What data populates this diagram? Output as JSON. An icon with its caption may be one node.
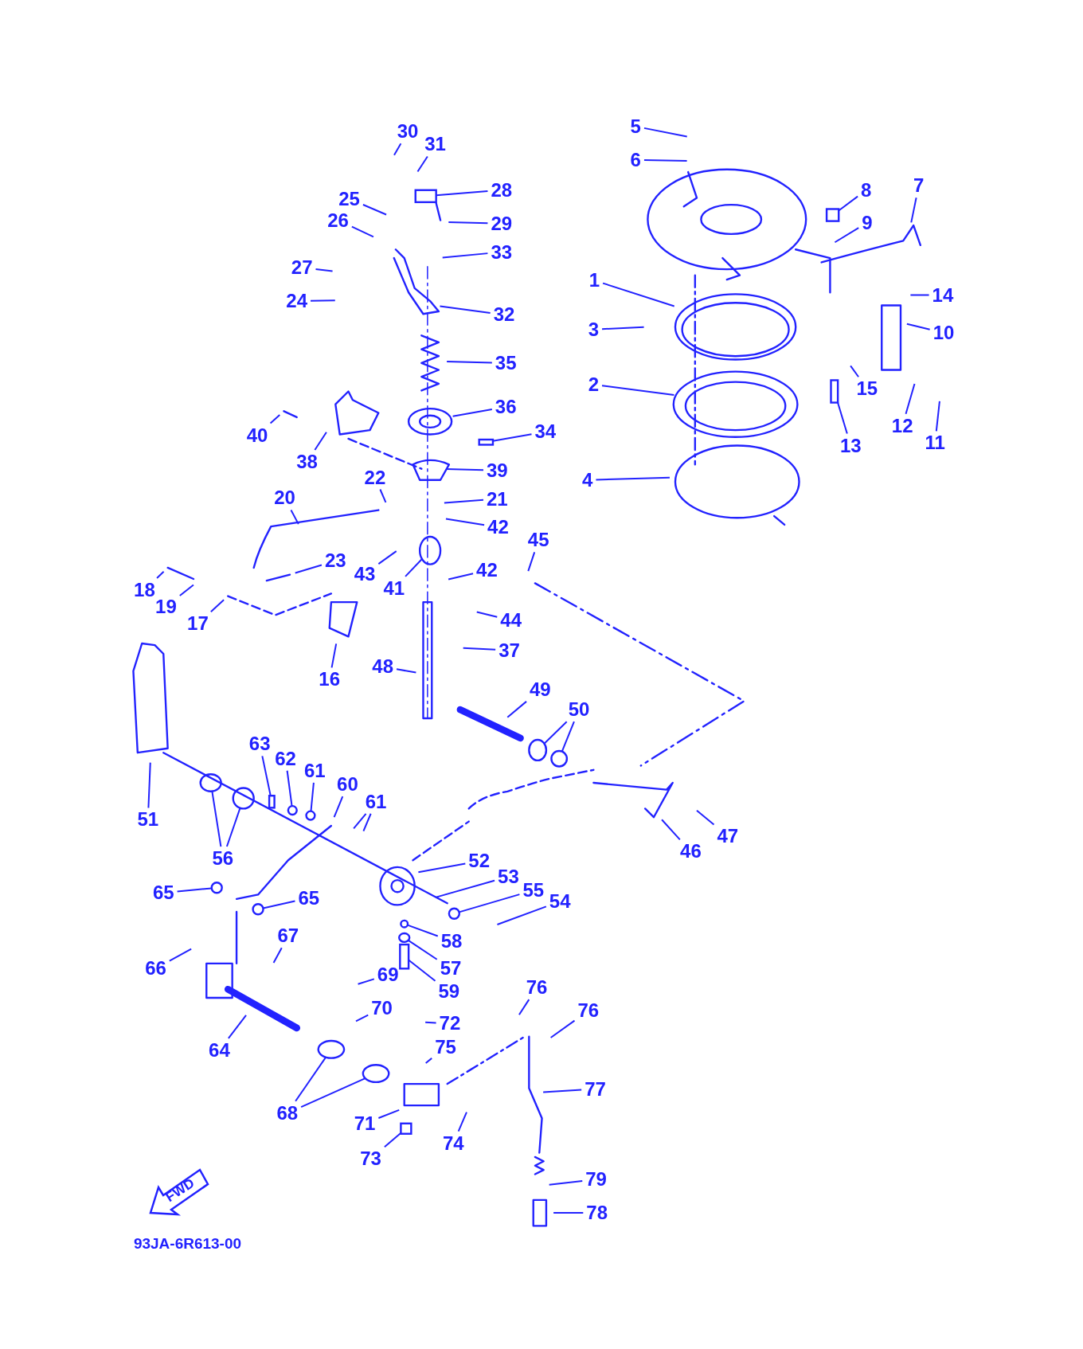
{
  "diagram": {
    "nodes": [
      {
        "text": [
          "30"
        ]
      },
      {
        "text": [
          "31"
        ]
      },
      {
        "text": [
          "28"
        ]
      },
      {
        "text": [
          "25"
        ]
      },
      {
        "text": [
          "26"
        ]
      },
      {
        "text": [
          "29"
        ]
      },
      {
        "text": [
          "33"
        ]
      },
      {
        "text": [
          "27"
        ]
      },
      {
        "text": [
          "24"
        ]
      },
      {
        "text": [
          "32"
        ]
      },
      {
        "text": [
          "35"
        ]
      },
      {
        "text": [
          "36"
        ]
      },
      {
        "text": [
          "34"
        ]
      },
      {
        "text": [
          "40"
        ]
      },
      {
        "text": [
          "38"
        ]
      },
      {
        "text": [
          "39"
        ]
      },
      {
        "text": [
          "22"
        ]
      },
      {
        "text": [
          "20"
        ]
      },
      {
        "text": [
          "21"
        ]
      },
      {
        "text": [
          "42"
        ]
      },
      {
        "text": [
          "45"
        ]
      },
      {
        "text": [
          "23"
        ]
      },
      {
        "text": [
          "43"
        ]
      },
      {
        "text": [
          "42"
        ]
      },
      {
        "text": [
          "41"
        ]
      },
      {
        "text": [
          "18"
        ]
      },
      {
        "text": [
          "19"
        ]
      },
      {
        "text": [
          "17"
        ]
      },
      {
        "text": [
          "44"
        ]
      },
      {
        "text": [
          "37"
        ]
      },
      {
        "text": [
          "48"
        ]
      },
      {
        "text": [
          "16"
        ]
      },
      {
        "text": [
          "49"
        ]
      },
      {
        "text": [
          "50"
        ]
      },
      {
        "text": [
          "63"
        ]
      },
      {
        "text": [
          "62"
        ]
      },
      {
        "text": [
          "61"
        ]
      },
      {
        "text": [
          "60"
        ]
      },
      {
        "text": [
          "61"
        ]
      },
      {
        "text": [
          "51"
        ]
      },
      {
        "text": [
          "56"
        ]
      },
      {
        "text": [
          "47"
        ]
      },
      {
        "text": [
          "46"
        ]
      },
      {
        "text": [
          "52"
        ]
      },
      {
        "text": [
          "53"
        ]
      },
      {
        "text": [
          "65"
        ]
      },
      {
        "text": [
          "65"
        ]
      },
      {
        "text": [
          "55"
        ]
      },
      {
        "text": [
          "54"
        ]
      },
      {
        "text": [
          "58"
        ]
      },
      {
        "text": [
          "67"
        ]
      },
      {
        "text": [
          "57"
        ]
      },
      {
        "text": [
          "66"
        ]
      },
      {
        "text": [
          "69"
        ]
      },
      {
        "text": [
          "76"
        ]
      },
      {
        "text": [
          "59"
        ]
      },
      {
        "text": [
          "70"
        ]
      },
      {
        "text": [
          "76"
        ]
      },
      {
        "text": [
          "72"
        ]
      },
      {
        "text": [
          "75"
        ]
      },
      {
        "text": [
          "64"
        ]
      },
      {
        "text": [
          "77"
        ]
      },
      {
        "text": [
          "68"
        ]
      },
      {
        "text": [
          "71"
        ]
      },
      {
        "text": [
          "74"
        ]
      },
      {
        "text": [
          "73"
        ]
      },
      {
        "text": [
          "79"
        ]
      },
      {
        "text": [
          "78"
        ]
      },
      {
        "text": [
          "5"
        ]
      },
      {
        "text": [
          "6"
        ]
      },
      {
        "text": [
          "8"
        ]
      },
      {
        "text": [
          "7"
        ]
      },
      {
        "text": [
          "9"
        ]
      },
      {
        "text": [
          "14"
        ]
      },
      {
        "text": [
          "1"
        ]
      },
      {
        "text": [
          "10"
        ]
      },
      {
        "text": [
          "3"
        ]
      },
      {
        "text": [
          "15"
        ]
      },
      {
        "text": [
          "2"
        ]
      },
      {
        "text": [
          "12"
        ]
      },
      {
        "text": [
          "11"
        ]
      },
      {
        "text": [
          "13"
        ]
      },
      {
        "text": [
          "4"
        ]
      },
      {
        "text": [
          "FWD"
        ]
      },
      {
        "text": [],
        "shape": "box"
      },
      {
        "text": [],
        "shape": "box"
      },
      {
        "text": [],
        "shape": "circle"
      },
      {
        "text": [],
        "shape": "circle"
      },
      {
        "text": [],
        "shape": "circle"
      },
      {
        "text": [],
        "shape": "box"
      },
      {
        "text": [],
        "shape": "circle"
      },
      {
        "text": [],
        "shape": "circle"
      },
      {
        "text": [],
        "shape": "circle"
      },
      {
        "text": [],
        "shape": "circle"
      },
      {
        "text": [],
        "shape": "circle"
      },
      {
        "text": [],
        "shape": "circle"
      },
      {
        "text": [],
        "shape": "circle"
      },
      {
        "text": [],
        "shape": "circle"
      },
      {
        "text": [],
        "shape": "box"
      },
      {
        "text": [],
        "shape": "circle"
      },
      {
        "text": [],
        "shape": "circle"
      },
      {
        "text": [],
        "shape": "box"
      },
      {
        "text": [],
        "shape": "box"
      },
      {
        "text": [],
        "shape": "box"
      },
      {
        "text": [],
        "shape": "circle"
      }
    ],
    "edges": [
      {
        "from": 0,
        "to": null,
        "arrow": "none"
      },
      {
        "from": 1,
        "to": null,
        "arrow": "none"
      },
      {
        "from": 2,
        "to": 84,
        "arrow": "none"
      },
      {
        "from": 3,
        "to": null,
        "arrow": "none"
      },
      {
        "from": 4,
        "to": null,
        "arrow": "none"
      },
      {
        "from": 5,
        "to": null,
        "arrow": "none"
      },
      {
        "from": 6,
        "to": null,
        "arrow": "none"
      },
      {
        "from": 7,
        "to": null,
        "arrow": "none"
      },
      {
        "from": 8,
        "to": null,
        "arrow": "none"
      },
      {
        "from": 9,
        "to": null,
        "arrow": "none"
      },
      {
        "from": 10,
        "to": null,
        "arrow": "none"
      },
      {
        "from": 11,
        "to": null,
        "arrow": "none"
      },
      {
        "from": 12,
        "to": 85,
        "arrow": "none"
      },
      {
        "from": 13,
        "to": null,
        "arrow": "none"
      },
      {
        "from": 14,
        "to": null,
        "arrow": "none"
      },
      {
        "from": 15,
        "to": null,
        "arrow": "none"
      },
      {
        "from": 16,
        "to": null,
        "arrow": "none"
      },
      {
        "from": 17,
        "to": null,
        "arrow": "none"
      },
      {
        "from": 18,
        "to": null,
        "arrow": "none"
      },
      {
        "from": 19,
        "to": null,
        "arrow": "none"
      },
      {
        "from": 20,
        "to": null,
        "arrow": "none"
      },
      {
        "from": 21,
        "to": null,
        "arrow": "none"
      },
      {
        "from": 22,
        "to": null,
        "arrow": "none"
      },
      {
        "from": 23,
        "to": null,
        "arrow": "none"
      },
      {
        "from": 24,
        "to": 86,
        "arrow": "none"
      },
      {
        "from": 25,
        "to": null,
        "arrow": "none"
      },
      {
        "from": 26,
        "to": null,
        "arrow": "none"
      },
      {
        "from": 27,
        "to": null,
        "arrow": "none"
      },
      {
        "from": 28,
        "to": null,
        "arrow": "none"
      },
      {
        "from": 29,
        "to": null,
        "arrow": "none"
      },
      {
        "from": 30,
        "to": null,
        "arrow": "none"
      },
      {
        "from": 31,
        "to": null,
        "arrow": "none"
      },
      {
        "from": 32,
        "to": null,
        "arrow": "none"
      },
      {
        "from": 33,
        "to": 87,
        "arrow": "none"
      },
      {
        "from": 33,
        "to": 88,
        "arrow": "none"
      },
      {
        "from": 34,
        "to": 89,
        "arrow": "none"
      },
      {
        "from": 35,
        "to": 90,
        "arrow": "none"
      },
      {
        "from": 36,
        "to": 91,
        "arrow": "none"
      },
      {
        "from": 37,
        "to": null,
        "arrow": "none"
      },
      {
        "from": 38,
        "to": null,
        "arrow": "none"
      },
      {
        "from": 38,
        "to": null,
        "arrow": "none"
      },
      {
        "from": 39,
        "to": null,
        "arrow": "none"
      },
      {
        "from": 40,
        "to": 92,
        "arrow": "none"
      },
      {
        "from": 40,
        "to": 93,
        "arrow": "none"
      },
      {
        "from": 41,
        "to": null,
        "arrow": "none"
      },
      {
        "from": 42,
        "to": null,
        "arrow": "none"
      },
      {
        "from": 43,
        "to": null,
        "arrow": "none"
      },
      {
        "from": 44,
        "to": null,
        "arrow": "none"
      },
      {
        "from": 45,
        "to": 94,
        "arrow": "none"
      },
      {
        "from": 46,
        "to": 95,
        "arrow": "none"
      },
      {
        "from": 47,
        "to": 96,
        "arrow": "none"
      },
      {
        "from": 48,
        "to": null,
        "arrow": "none"
      },
      {
        "from": 49,
        "to": 104,
        "arrow": "none"
      },
      {
        "from": 50,
        "to": null,
        "arrow": "none"
      },
      {
        "from": 51,
        "to": 97,
        "arrow": "none"
      },
      {
        "from": 52,
        "to": null,
        "arrow": "none"
      },
      {
        "from": 53,
        "to": null,
        "arrow": "none"
      },
      {
        "from": 54,
        "to": null,
        "arrow": "none"
      },
      {
        "from": 55,
        "to": 98,
        "arrow": "none"
      },
      {
        "from": 56,
        "to": null,
        "arrow": "none"
      },
      {
        "from": 57,
        "to": null,
        "arrow": "none"
      },
      {
        "from": 58,
        "to": null,
        "arrow": "none"
      },
      {
        "from": 59,
        "to": null,
        "arrow": "none"
      },
      {
        "from": 60,
        "to": null,
        "arrow": "none"
      },
      {
        "from": 61,
        "to": null,
        "arrow": "none"
      },
      {
        "from": 62,
        "to": 99,
        "arrow": "none"
      },
      {
        "from": 62,
        "to": 100,
        "arrow": "none"
      },
      {
        "from": 63,
        "to": null,
        "arrow": "none"
      },
      {
        "from": 64,
        "to": null,
        "arrow": "none"
      },
      {
        "from": 65,
        "to": 101,
        "arrow": "none"
      },
      {
        "from": 66,
        "to": null,
        "arrow": "none"
      },
      {
        "from": 67,
        "to": null,
        "arrow": "none"
      },
      {
        "from": 68,
        "to": null,
        "arrow": "none"
      },
      {
        "from": 69,
        "to": null,
        "arrow": "none"
      },
      {
        "from": 70,
        "to": 102,
        "arrow": "none"
      },
      {
        "from": 71,
        "to": null,
        "arrow": "none"
      },
      {
        "from": 72,
        "to": null,
        "arrow": "none"
      },
      {
        "from": 73,
        "to": null,
        "arrow": "none"
      },
      {
        "from": 74,
        "to": null,
        "arrow": "none"
      },
      {
        "from": 75,
        "to": null,
        "arrow": "none"
      },
      {
        "from": 76,
        "to": null,
        "arrow": "none"
      },
      {
        "from": 77,
        "to": null,
        "arrow": "none"
      },
      {
        "from": 78,
        "to": null,
        "arrow": "none"
      },
      {
        "from": 79,
        "to": null,
        "arrow": "none"
      },
      {
        "from": 80,
        "to": null,
        "arrow": "none"
      },
      {
        "from": 81,
        "to": 103,
        "arrow": "none"
      },
      {
        "from": 82,
        "to": null,
        "arrow": "none"
      }
    ],
    "labels": [
      "93JA-6R613-00"
    ]
  }
}
